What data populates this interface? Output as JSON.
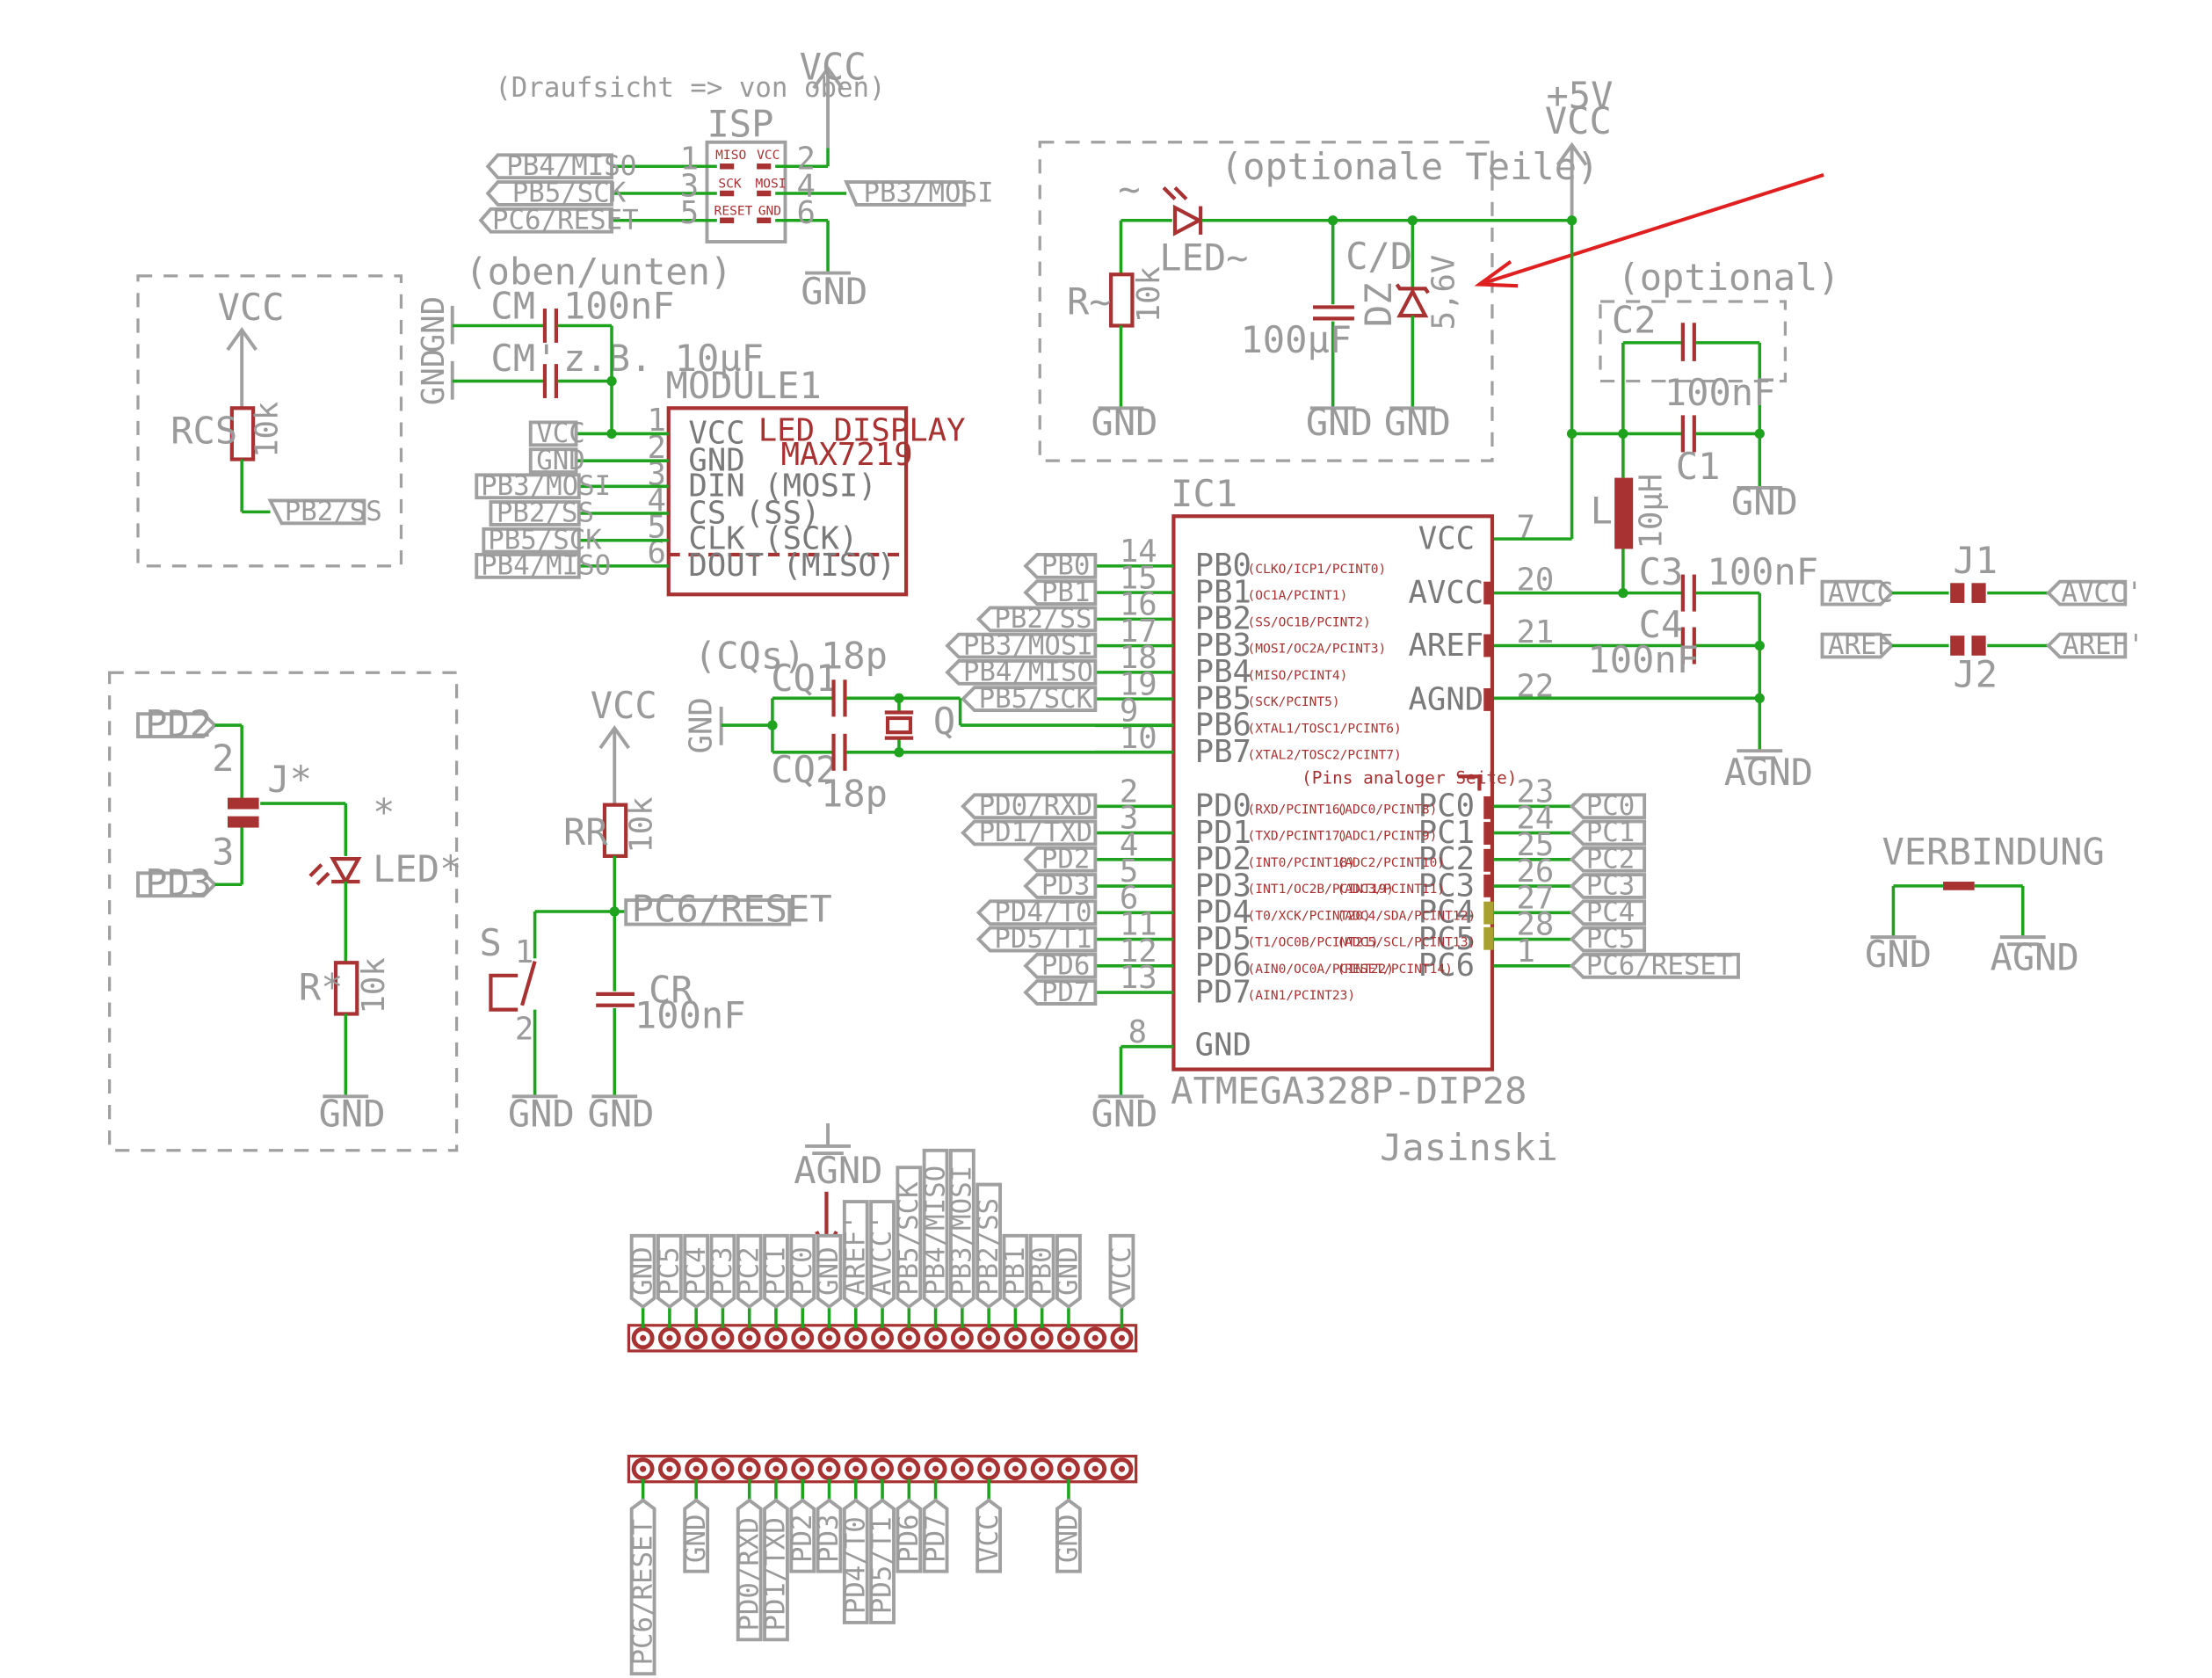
{
  "isp": {
    "note": "(Draufsicht => von oben)",
    "name": "ISP",
    "vcc": "VCC",
    "gnd": "GND",
    "labels": [
      "PB4/MISO",
      "PB5/SCK",
      "PC6/RESET",
      "PB3/MOSI"
    ],
    "pins": [
      "1",
      "3",
      "5",
      "2",
      "4",
      "6"
    ],
    "inner": [
      "MISO",
      "SCK",
      "RESET",
      "VCC",
      "MOSI",
      "GND"
    ]
  },
  "rcs": {
    "vcc": "VCC",
    "name": "RCS",
    "value": "10k",
    "net": "PB2/SS"
  },
  "caps_top": {
    "note": "(oben/unten)",
    "cm": "CM",
    "cm_val": "100nF",
    "cm2": "CM'",
    "cm2_val": "z.B. 10µF",
    "gnd1": "GND",
    "gnd2": "GND"
  },
  "module": {
    "name": "MODULE1",
    "title1": "LED DISPLAY",
    "title2": "MAX7219",
    "pins": [
      "VCC",
      "GND",
      "DIN (MOSI)",
      "CS (SS)",
      "CLK (SCK)",
      "DOUT (MISO)"
    ],
    "nums": [
      "1",
      "2",
      "3",
      "4",
      "5",
      "6"
    ],
    "nets": [
      "VCC",
      "GND",
      "PB3/MOSI",
      "PB2/SS",
      "PB5/SCK",
      "PB4/MISO"
    ]
  },
  "optional": {
    "title": "(optionale Teile)",
    "led": "LED~",
    "tilde": "~",
    "r": "R~",
    "r_val": "10k",
    "cd": "C/D",
    "cap_val": "100µF",
    "dz": "DZ",
    "dz_val": "5,6V",
    "gnd": "GND",
    "supply1": "+5V",
    "supply2": "VCC"
  },
  "filter": {
    "note": "(optional)",
    "c2": "C2",
    "c1": "C1",
    "c1_val": "100nF",
    "l": "L",
    "l_val": "10µH",
    "c3": "C3",
    "c3_val": "100nF",
    "c4": "C4",
    "c4_val": "100nF",
    "gnd": "GND",
    "agnd": "AGND"
  },
  "ic": {
    "name": "IC1",
    "part": "ATMEGA328P-DIP28",
    "vcc": "VCC",
    "avcc": "AVCC",
    "aref": "AREF",
    "agnd": "AGND",
    "gnd": "GND",
    "analog_note": "(Pins analoger Seite)",
    "portb": [
      {
        "pin": "PB0",
        "num": "14",
        "alt": "(CLKO/ICP1/PCINT0)",
        "net": "PB0"
      },
      {
        "pin": "PB1",
        "num": "15",
        "alt": "(OC1A/PCINT1)",
        "net": "PB1"
      },
      {
        "pin": "PB2",
        "num": "16",
        "alt": "(SS/OC1B/PCINT2)",
        "net": "PB2/SS"
      },
      {
        "pin": "PB3",
        "num": "17",
        "alt": "(MOSI/OC2A/PCINT3)",
        "net": "PB3/MOSI"
      },
      {
        "pin": "PB4",
        "num": "18",
        "alt": "(MISO/PCINT4)",
        "net": "PB4/MISO"
      },
      {
        "pin": "PB5",
        "num": "19",
        "alt": "(SCK/PCINT5)",
        "net": "PB5/SCK"
      },
      {
        "pin": "PB6",
        "num": "9",
        "alt": "(XTAL1/TOSC1/PCINT6)",
        "net": ""
      },
      {
        "pin": "PB7",
        "num": "10",
        "alt": "(XTAL2/TOSC2/PCINT7)",
        "net": ""
      }
    ],
    "portd": [
      {
        "pin": "PD0",
        "num": "2",
        "alt": "(RXD/PCINT16)",
        "net": "PD0/RXD"
      },
      {
        "pin": "PD1",
        "num": "3",
        "alt": "(TXD/PCINT17)",
        "net": "PD1/TXD"
      },
      {
        "pin": "PD2",
        "num": "4",
        "alt": "(INT0/PCINT18)",
        "net": "PD2"
      },
      {
        "pin": "PD3",
        "num": "5",
        "alt": "(INT1/OC2B/PCINT19)",
        "net": "PD3"
      },
      {
        "pin": "PD4",
        "num": "6",
        "alt": "(T0/XCK/PCINT20)",
        "net": "PD4/T0"
      },
      {
        "pin": "PD5",
        "num": "11",
        "alt": "(T1/OC0B/PCINT21)",
        "net": "PD5/T1"
      },
      {
        "pin": "PD6",
        "num": "12",
        "alt": "(AIN0/OC0A/PCINT22)",
        "net": "PD6"
      },
      {
        "pin": "PD7",
        "num": "13",
        "alt": "(AIN1/PCINT23)",
        "net": "PD7"
      }
    ],
    "portc": [
      {
        "pin": "PC0",
        "num": "23",
        "alt": "(ADC0/PCINT8)",
        "net": "PC0"
      },
      {
        "pin": "PC1",
        "num": "24",
        "alt": "(ADC1/PCINT9)",
        "net": "PC1"
      },
      {
        "pin": "PC2",
        "num": "25",
        "alt": "(ADC2/PCINT10)",
        "net": "PC2"
      },
      {
        "pin": "PC3",
        "num": "26",
        "alt": "(ADC3/PCINT11)",
        "net": "PC3"
      },
      {
        "pin": "PC4",
        "num": "27",
        "alt": "(ADC4/SDA/PCINT12)",
        "net": "PC4"
      },
      {
        "pin": "PC5",
        "num": "28",
        "alt": "(ADC5/SCL/PCINT13)",
        "net": "PC5"
      },
      {
        "pin": "PC6",
        "num": "1",
        "alt": "(RESET/PCINT14)",
        "net": "PC6/RESET"
      }
    ],
    "right_nums": [
      "7",
      "20",
      "21",
      "22",
      "8"
    ]
  },
  "jumpers": {
    "j1": "J1",
    "j2": "J2",
    "avcc": "AVCC",
    "avcc2": "AVCC'",
    "aref": "AREF",
    "aref2": "AREF'"
  },
  "verbindung": {
    "title": "VERBINDUNG",
    "gnd": "GND",
    "agnd": "AGND"
  },
  "crystal": {
    "note": "(CQs)",
    "cq1": "CQ1",
    "cq1_val": "18p",
    "cq2": "CQ2",
    "cq2_val": "18p",
    "q": "Q",
    "gnd": "GND"
  },
  "pd_jumper": {
    "pd2": "PD2",
    "pd3": "PD3",
    "n2": "2",
    "n3": "3",
    "j": "J*",
    "star": "*",
    "led": "LED*",
    "r": "R*",
    "r_val": "10k",
    "gnd": "GND"
  },
  "reset": {
    "vcc": "VCC",
    "rr": "RR",
    "rr_val": "10k",
    "net": "PC6/RESET",
    "s": "S",
    "s1": "1",
    "s2": "2",
    "cr": "CR",
    "cr_val": "100nF",
    "gnd1": "GND",
    "gnd2": "GND"
  },
  "ic_gnd": "GND",
  "author": "Jasinski",
  "header_top": {
    "agnd": "AGND",
    "labels": [
      "GND",
      "PC5",
      "PC4",
      "PC3",
      "PC2",
      "PC1",
      "PC0",
      "GND",
      "AREF'",
      "AVCC'",
      "PB5/SCK",
      "PB4/MISO",
      "PB3/MOSI",
      "PB2/SS",
      "PB1",
      "PB0",
      "GND",
      "VCC"
    ]
  },
  "header_bottom": {
    "labels": [
      "PC6/RESET",
      "GND",
      "PD0/RXD",
      "PD1/TXD",
      "PD2",
      "PD3",
      "PD4/T0",
      "PD5/T1",
      "PD6",
      "PD7",
      "VCC",
      "GND"
    ]
  },
  "colors": {
    "wire": "#1fa31f",
    "part": "#a83232",
    "frame": "#a0a0a0",
    "arrow": "#e02020"
  }
}
